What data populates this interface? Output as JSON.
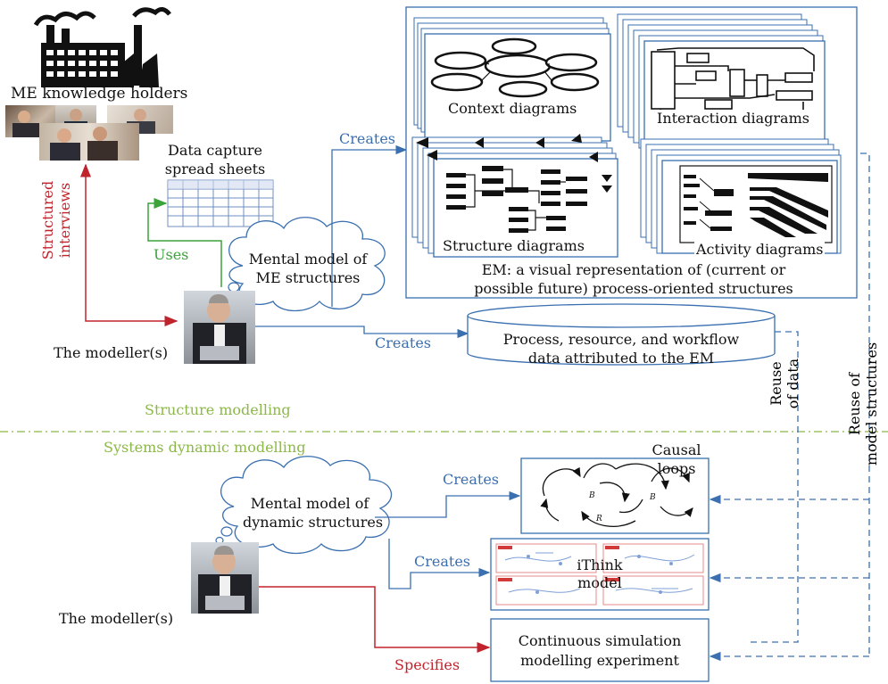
{
  "knowledge_holders": {
    "label": "ME knowledge holders"
  },
  "spreadsheet": {
    "label_line1": "Data capture",
    "label_line2": "spread sheets"
  },
  "flows": {
    "structured_interviews_line1": "Structured",
    "structured_interviews_line2": "interviews",
    "uses": "Uses",
    "creates_top": "Creates",
    "creates_db": "Creates",
    "creates_causal": "Creates",
    "creates_ithink": "Creates",
    "specifies": "Specifies"
  },
  "mental_model_1": {
    "line1": "Mental model of",
    "line2": "ME structures"
  },
  "mental_model_2": {
    "line1": "Mental model of",
    "line2": "dynamic structures"
  },
  "modeller_top": {
    "label": "The modeller(s)"
  },
  "modeller_bottom": {
    "label": "The modeller(s)"
  },
  "em_panel": {
    "context": "Context diagrams",
    "interaction": "Interaction diagrams",
    "structure": "Structure diagrams",
    "activity": "Activity diagrams",
    "caption_line1": "EM: a visual representation of (current or",
    "caption_line2": "possible future) process-oriented structures"
  },
  "database": {
    "line1": "Process, resource, and workflow",
    "line2": "data attributed to the EM"
  },
  "sections": {
    "structure": "Structure modelling",
    "dynamic": "Systems dynamic modelling"
  },
  "reuse": {
    "data_line1": "Reuse",
    "data_line2": "of data",
    "structures_line1": "Reuse of",
    "structures_line2": "model structures"
  },
  "causal": {
    "line1": "Causal",
    "line2": "loops"
  },
  "ithink": {
    "line1": "iThink",
    "line2": "model"
  },
  "experiment": {
    "line1": "Continuous simulation",
    "line2": "modelling experiment"
  },
  "colors": {
    "blue": "#3a6fb0",
    "red": "#c0232c",
    "green": "#3aa33a",
    "light_green": "#8cb84a"
  }
}
